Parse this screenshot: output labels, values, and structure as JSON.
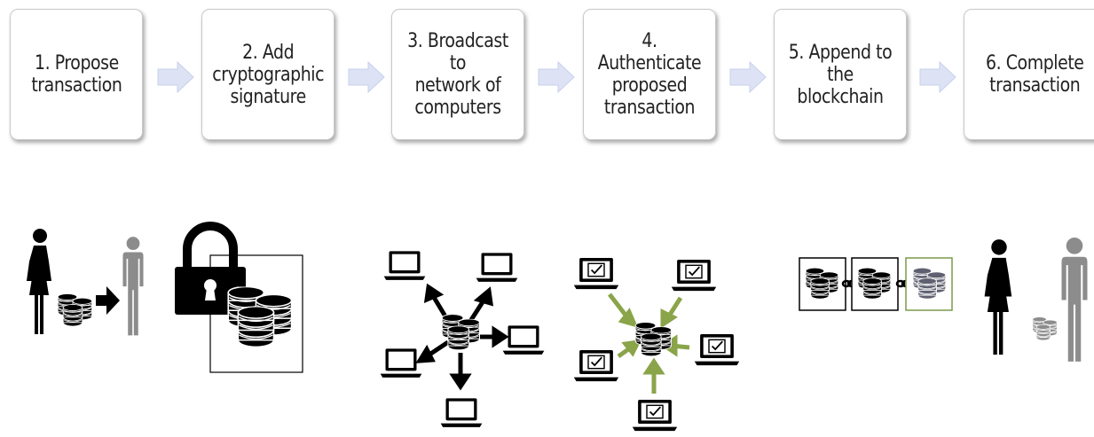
{
  "steps": [
    {
      "label": "1. Propose\ntransaction"
    },
    {
      "label": "2. Add\ncryptographic\nsignature"
    },
    {
      "label": "3. Broadcast to\nnetwork of\ncomputers"
    },
    {
      "label": "4. Authenticate\nproposed\ntransaction"
    },
    {
      "label": "5. Append to\nthe blockchain"
    },
    {
      "label": "6. Complete\ntransaction"
    }
  ],
  "icons": [
    "female-person-icon",
    "coins-icon",
    "right-arrow-icon",
    "male-person-icon",
    "padlock-icon",
    "laptop-icon",
    "checkmark-icon",
    "chain-link-icon"
  ],
  "colors": {
    "box_border": "#c9c9c9",
    "flow_arrow": "#dfe4f5",
    "icon_black": "#000000",
    "icon_gray": "#8c8c8c",
    "verify_green": "#8aa44a",
    "faded_coins": "#5e6070"
  }
}
